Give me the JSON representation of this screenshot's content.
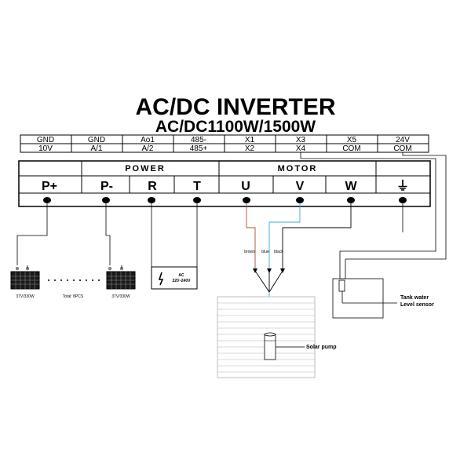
{
  "title": "AC/DC INVERTER",
  "subtitle": "AC/DC1100W/1500W",
  "terminal_table": {
    "top_row": [
      "GND",
      "GND",
      "Ao1",
      "485-",
      "X1",
      "X3",
      "X5",
      "24V"
    ],
    "bottom_row": [
      "10V",
      "A/1",
      "A/2",
      "485+",
      "X2",
      "X4",
      "COM",
      "COM"
    ]
  },
  "sections": {
    "power": "POWER",
    "motor": "MOTOR"
  },
  "terminals": [
    "P+",
    "P-",
    "R",
    "T",
    "U",
    "V",
    "W",
    "⏚"
  ],
  "solar_panels": {
    "plus_symbol": "⊕",
    "minus_symbol": "⊖",
    "left_label": "37V/330W",
    "right_label": "37V/330W",
    "total_label": "Total: 8PCS"
  },
  "ac_source": {
    "line1": "AC",
    "line2": "220~240V"
  },
  "wire_labels": [
    "brown",
    "blue",
    "black"
  ],
  "pump_label": "Solar pump",
  "sensor_label_line1": "Tank water",
  "sensor_label_line2": "Level sensor",
  "colors": {
    "brown_wire": "#a0522d",
    "blue_wire": "#3ba3e6",
    "line": "#000000"
  }
}
